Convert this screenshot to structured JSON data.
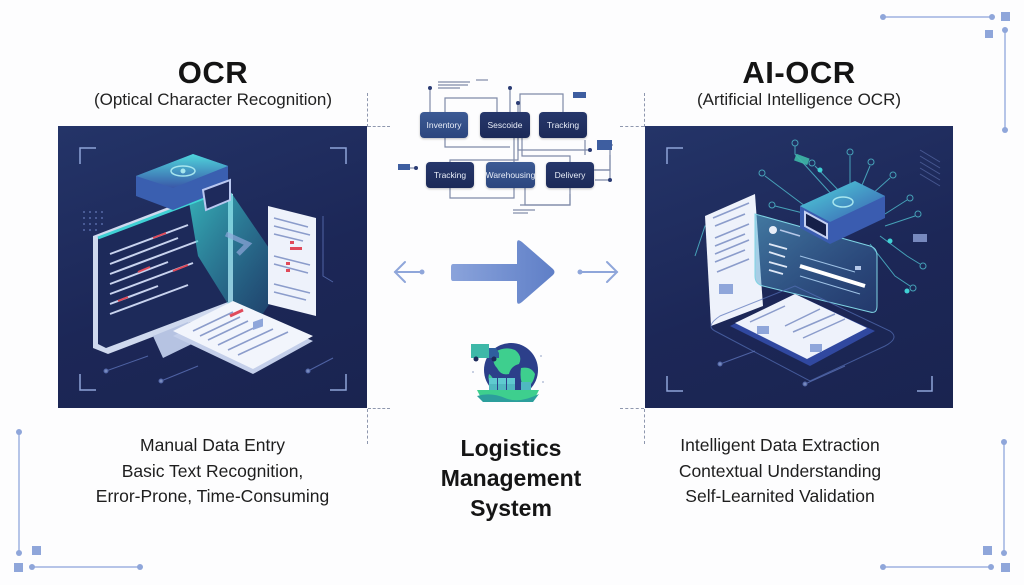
{
  "left": {
    "title": "OCR",
    "subtitle": "(Optical Character Recognition)",
    "features": [
      "Manual Data Entry",
      "Basic Text Recognition,",
      "Error-Prone, Time-Consuming"
    ]
  },
  "right": {
    "title": "AI-OCR",
    "subtitle": "(Artificial Intelligence OCR)",
    "features": [
      "Intelligent Data Extraction",
      "Contextual Understanding",
      "Self-Learnited Validation"
    ]
  },
  "center": {
    "flowchart": {
      "nodes": [
        {
          "label": "Inventory",
          "style": "light"
        },
        {
          "label": "Sescoide",
          "style": "dark"
        },
        {
          "label": "Tracking",
          "style": "dark"
        },
        {
          "label": "Tracking",
          "style": "dark"
        },
        {
          "label": "Warehousing",
          "style": "light"
        },
        {
          "label": "Delivery",
          "style": "dark"
        }
      ]
    },
    "system_label": [
      "Logistics",
      "Management",
      "System"
    ]
  },
  "colors": {
    "panel_bg": "#1e2a5c",
    "accent_cyan": "#3fd0d4",
    "arrow_blue": "#6f8fd0",
    "deco_blue": "#8fa6da",
    "globe_green": "#3ecf8e"
  },
  "icons": {
    "left_panel": "ocr-scanner-monitor-illustration",
    "right_panel": "ai-ocr-scanner-illustration",
    "main_arrow": "arrow-right-icon",
    "small_left_arrow": "arrow-left-icon",
    "small_right_arrow": "arrow-right-icon",
    "globe": "globe-logistics-icon"
  }
}
